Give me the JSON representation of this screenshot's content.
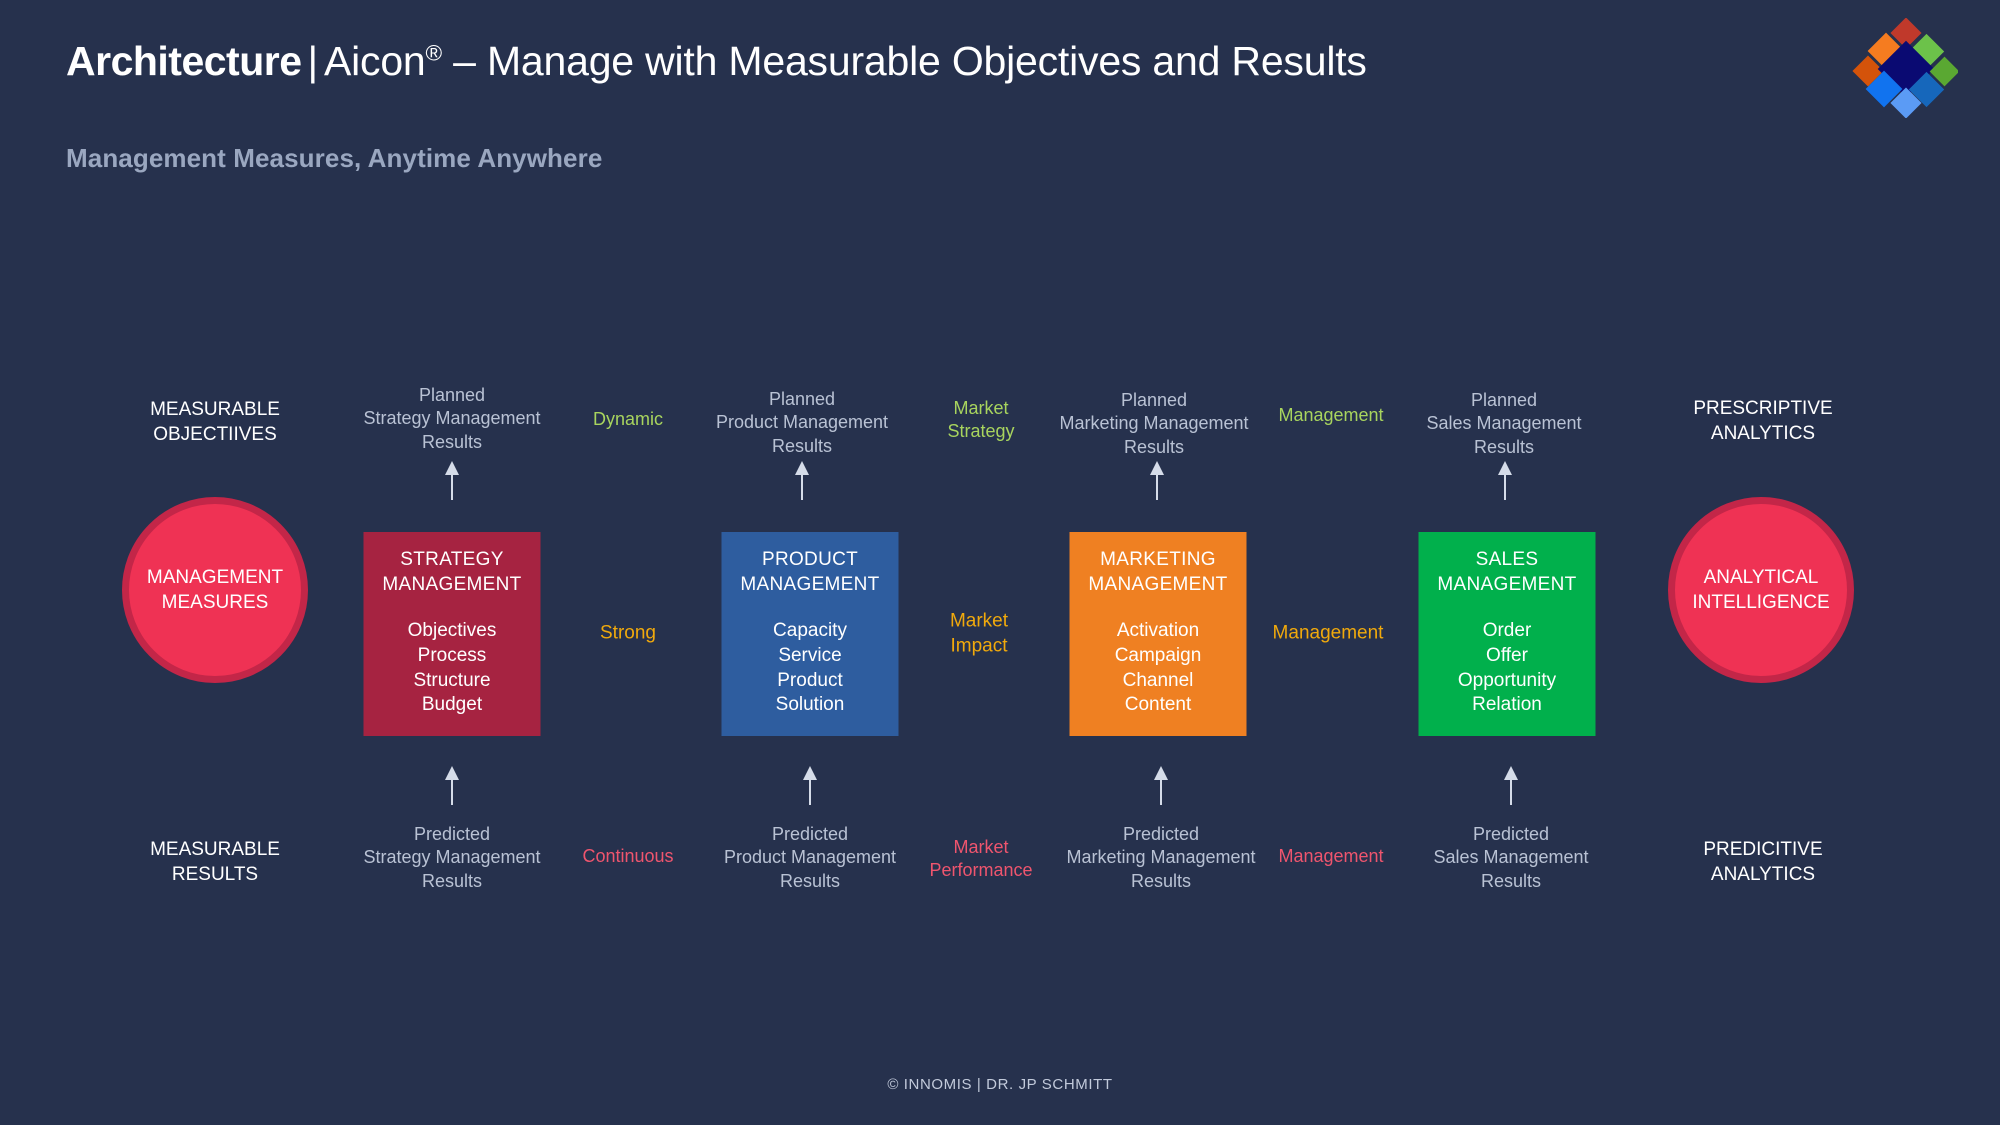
{
  "header": {
    "title_strong": "Architecture",
    "title_separator": "|",
    "title_rest_a": "Aicon",
    "title_sup": "®",
    "title_rest_b": " – Manage with Measurable Objectives and Results",
    "subtitle": "Management Measures, Anytime Anywhere"
  },
  "logo": {
    "name": "innomis-diamond-logo",
    "tiles": [
      {
        "name": "red-diamond",
        "color": "#c0392b"
      },
      {
        "name": "orange-diamond",
        "color": "#f57c20"
      },
      {
        "name": "light-green-diamond",
        "color": "#6cc24a"
      },
      {
        "name": "dark-orange-diamond",
        "color": "#d4530a"
      },
      {
        "name": "navy-center-diamond",
        "color": "#0a0a72"
      },
      {
        "name": "green-diamond",
        "color": "#5aa832"
      },
      {
        "name": "bright-blue-diamond",
        "color": "#1173ef"
      },
      {
        "name": "steel-blue-diamond",
        "color": "#1667bb"
      },
      {
        "name": "light-blue-diamond",
        "color": "#5b9bf5"
      }
    ]
  },
  "colors": {
    "background": "#26314d",
    "strategy": "#a62341",
    "product": "#2e5d9f",
    "marketing": "#ef8022",
    "sales": "#01b04c",
    "circle_fill": "#ef3254",
    "circle_ring": "#c32648",
    "label_grey": "#b9c2d4",
    "label_green": "#a8d45e",
    "label_amber": "#f0a90c",
    "label_red": "#ef556e",
    "label_white": "#ffffff"
  },
  "diagram": {
    "columns": [
      {
        "name": "measurable",
        "top_label": "MEASURABLE\nOBJECTIIVES",
        "top_label_tone": "white",
        "bottom_label": "MEASURABLE\nRESULTS",
        "bottom_label_tone": "white",
        "node_type": "circle",
        "node_title": "MANAGEMENT\nMEASURES"
      },
      {
        "name": "strategy",
        "top_label": "Planned\nStrategy Management\nResults",
        "top_label_tone": "grey",
        "bottom_label": "Predicted\nStrategy Management\nResults",
        "bottom_label_tone": "grey",
        "node_type": "box",
        "node_title": "STRATEGY\nMANAGEMENT",
        "node_items": [
          "Objectives",
          "Process",
          "Structure",
          "Budget"
        ],
        "node_color": "#a62341",
        "has_arrows": true
      },
      {
        "name": "dynamic",
        "top_label": "Dynamic",
        "top_label_tone": "green",
        "mid_label": "Strong",
        "bottom_label": "Continuous",
        "bottom_label_tone": "red",
        "node_type": "none"
      },
      {
        "name": "product",
        "top_label": "Planned\nProduct Management\nResults",
        "top_label_tone": "grey",
        "bottom_label": "Predicted\nProduct Management\nResults",
        "bottom_label_tone": "grey",
        "node_type": "box",
        "node_title": "PRODUCT\nMANAGEMENT",
        "node_items": [
          "Capacity",
          "Service",
          "Product",
          "Solution"
        ],
        "node_color": "#2e5d9f",
        "has_arrows": true
      },
      {
        "name": "market",
        "top_label": "Market\nStrategy",
        "top_label_tone": "green",
        "mid_label": "Market\nImpact",
        "bottom_label": "Market\nPerformance",
        "bottom_label_tone": "red",
        "node_type": "none"
      },
      {
        "name": "marketing",
        "top_label": "Planned\nMarketing Management\nResults",
        "top_label_tone": "grey",
        "bottom_label": "Predicted\nMarketing Management\nResults",
        "bottom_label_tone": "grey",
        "node_type": "box",
        "node_title": "MARKETING\nMANAGEMENT",
        "node_items": [
          "Activation",
          "Campaign",
          "Channel",
          "Content"
        ],
        "node_color": "#ef8022",
        "has_arrows": true
      },
      {
        "name": "management",
        "top_label": "Management",
        "top_label_tone": "green",
        "mid_label": "Management",
        "bottom_label": "Management",
        "bottom_label_tone": "red",
        "node_type": "none"
      },
      {
        "name": "sales",
        "top_label": "Planned\nSales Management\nResults",
        "top_label_tone": "grey",
        "bottom_label": "Predicted\nSales Management\nResults",
        "bottom_label_tone": "grey",
        "node_type": "box",
        "node_title": "SALES\nMANAGEMENT",
        "node_items": [
          "Order",
          "Offer",
          "Opportunity",
          "Relation"
        ],
        "node_color": "#01b04c",
        "has_arrows": true
      },
      {
        "name": "analytics",
        "top_label": "PRESCRIPTIVE\nANALYTICS",
        "top_label_tone": "white",
        "bottom_label": "PREDICITIVE\nANALYTICS",
        "bottom_label_tone": "white",
        "node_type": "circle",
        "node_title": "ANALYTICAL\nINTELLIGENCE"
      }
    ]
  },
  "footer": {
    "text": "© INNOMIS  |  DR. JP SCHMITT"
  }
}
